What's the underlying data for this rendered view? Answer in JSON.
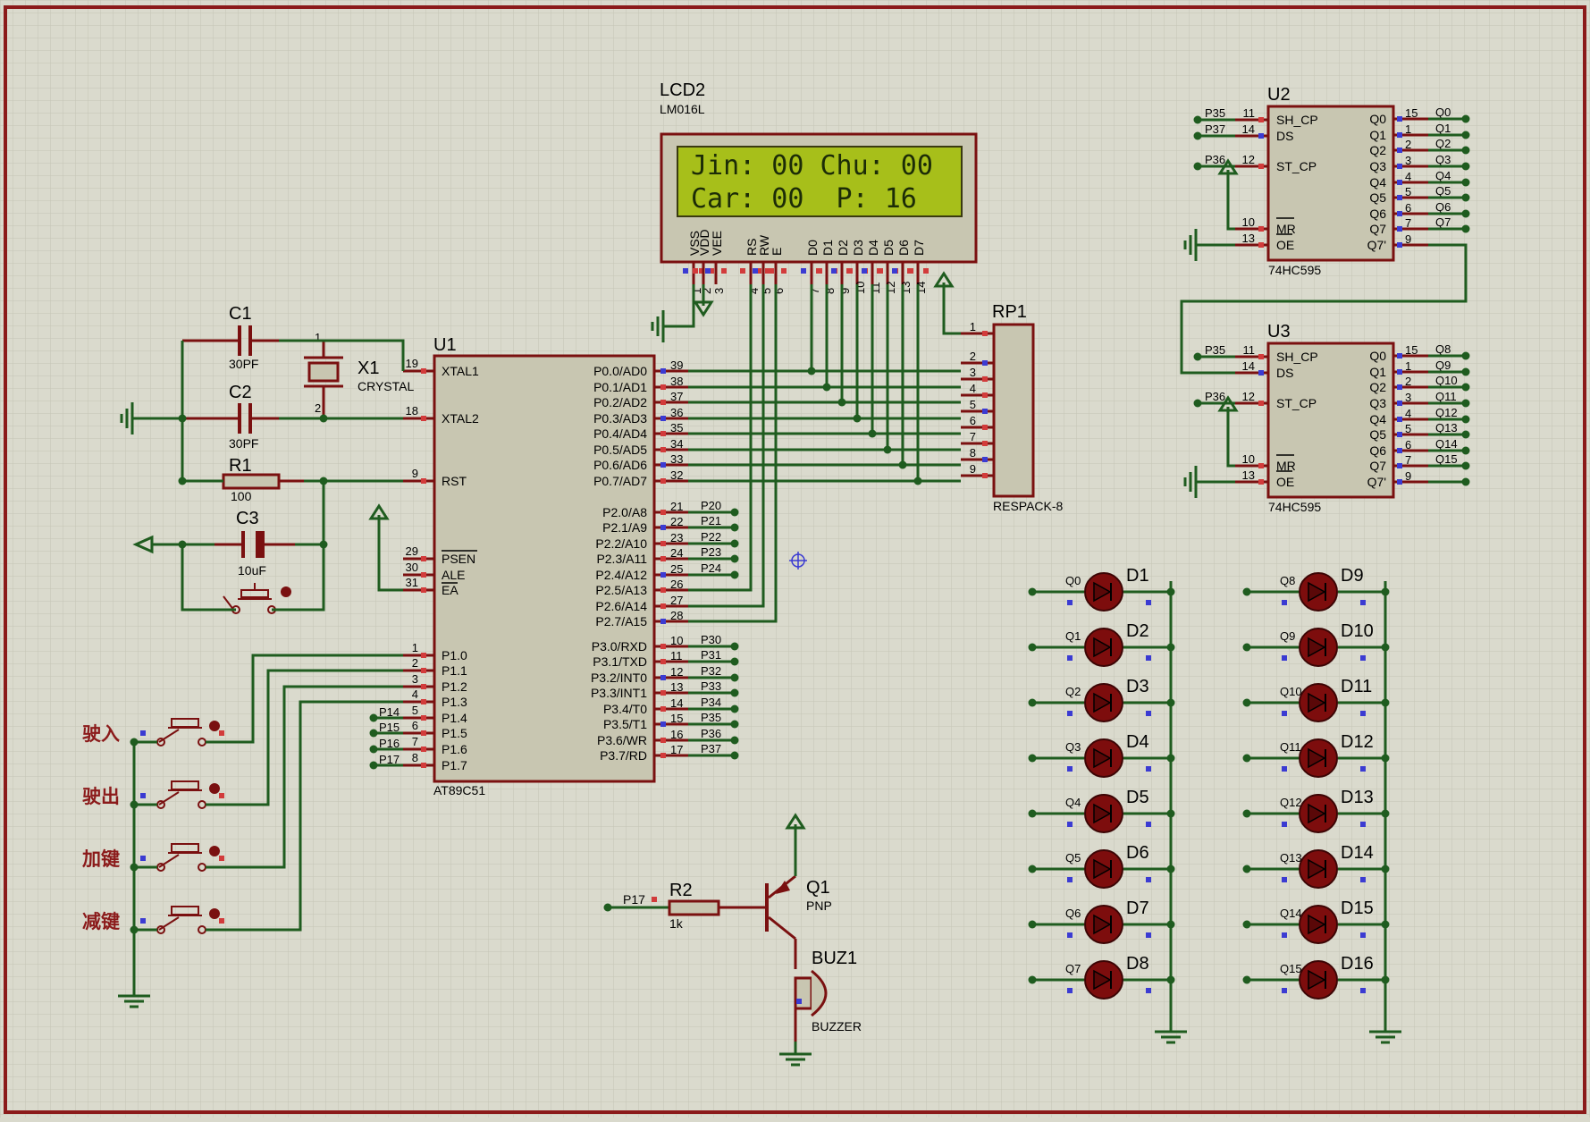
{
  "lcd": {
    "ref": "LCD2",
    "model": "LM016L",
    "line1": "Jin: 00 Chu: 00",
    "line2": "Car: 00  P: 16",
    "pins": [
      "VSS",
      "VDD",
      "VEE",
      "RS",
      "RW",
      "E",
      "D0",
      "D1",
      "D2",
      "D3",
      "D4",
      "D5",
      "D6",
      "D7"
    ],
    "pin_numbers": [
      "1",
      "2",
      "3",
      "4",
      "5",
      "6",
      "7",
      "8",
      "9",
      "10",
      "11",
      "12",
      "13",
      "14"
    ]
  },
  "mcu": {
    "ref": "U1",
    "model": "AT89C51",
    "left_pins": [
      {
        "num": "19",
        "name": "XTAL1"
      },
      {
        "num": "18",
        "name": "XTAL2"
      },
      {
        "num": "9",
        "name": "RST"
      },
      {
        "num": "29",
        "name": "PSEN"
      },
      {
        "num": "30",
        "name": "ALE"
      },
      {
        "num": "31",
        "name": "EA"
      },
      {
        "num": "1",
        "name": "P1.0"
      },
      {
        "num": "2",
        "name": "P1.1"
      },
      {
        "num": "3",
        "name": "P1.2"
      },
      {
        "num": "4",
        "name": "P1.3"
      },
      {
        "num": "5",
        "name": "P1.4"
      },
      {
        "num": "6",
        "name": "P1.5"
      },
      {
        "num": "7",
        "name": "P1.6"
      },
      {
        "num": "8",
        "name": "P1.7"
      }
    ],
    "left_net": [
      "",
      "",
      "",
      "",
      "",
      "",
      "",
      "",
      "",
      "",
      "P14",
      "P15",
      "P16",
      "P17"
    ],
    "right_pins": [
      {
        "num": "39",
        "name": "P0.0/AD0"
      },
      {
        "num": "38",
        "name": "P0.1/AD1"
      },
      {
        "num": "37",
        "name": "P0.2/AD2"
      },
      {
        "num": "36",
        "name": "P0.3/AD3"
      },
      {
        "num": "35",
        "name": "P0.4/AD4"
      },
      {
        "num": "34",
        "name": "P0.5/AD5"
      },
      {
        "num": "33",
        "name": "P0.6/AD6"
      },
      {
        "num": "32",
        "name": "P0.7/AD7"
      },
      {
        "num": "21",
        "name": "P2.0/A8"
      },
      {
        "num": "22",
        "name": "P2.1/A9"
      },
      {
        "num": "23",
        "name": "P2.2/A10"
      },
      {
        "num": "24",
        "name": "P2.3/A11"
      },
      {
        "num": "25",
        "name": "P2.4/A12"
      },
      {
        "num": "26",
        "name": "P2.5/A13"
      },
      {
        "num": "27",
        "name": "P2.6/A14"
      },
      {
        "num": "28",
        "name": "P2.7/A15"
      },
      {
        "num": "10",
        "name": "P3.0/RXD"
      },
      {
        "num": "11",
        "name": "P3.1/TXD"
      },
      {
        "num": "12",
        "name": "P3.2/INT0"
      },
      {
        "num": "13",
        "name": "P3.3/INT1"
      },
      {
        "num": "14",
        "name": "P3.4/T0"
      },
      {
        "num": "15",
        "name": "P3.5/T1"
      },
      {
        "num": "16",
        "name": "P3.6/WR"
      },
      {
        "num": "17",
        "name": "P3.7/RD"
      }
    ],
    "right_net": [
      "",
      "",
      "",
      "",
      "",
      "",
      "",
      "",
      "P20",
      "P21",
      "P22",
      "P23",
      "P24",
      "",
      "",
      "",
      "P30",
      "P31",
      "P32",
      "P33",
      "P34",
      "P35",
      "P36",
      "P37"
    ]
  },
  "passives": {
    "c1": {
      "ref": "C1",
      "value": "30PF"
    },
    "c2": {
      "ref": "C2",
      "value": "30PF"
    },
    "x1": {
      "ref": "X1",
      "value": "CRYSTAL",
      "pin1": "1",
      "pin2": "2"
    },
    "r1": {
      "ref": "R1",
      "value": "100"
    },
    "c3": {
      "ref": "C3",
      "value": "10uF"
    },
    "rp1": {
      "ref": "RP1",
      "value": "RESPACK-8",
      "pins": [
        "1",
        "2",
        "3",
        "4",
        "5",
        "6",
        "7",
        "8",
        "9"
      ]
    },
    "r2": {
      "ref": "R2",
      "value": "1k",
      "net": "P17"
    },
    "q1": {
      "ref": "Q1",
      "value": "PNP"
    },
    "buz1": {
      "ref": "BUZ1",
      "value": "BUZZER"
    }
  },
  "buttons": [
    "驶入",
    "驶出",
    "加键",
    "减键"
  ],
  "shift_registers": [
    {
      "ref": "U2",
      "model": "74HC595",
      "in_pins": [
        {
          "num": "11",
          "name": "SH_CP",
          "net": "P35"
        },
        {
          "num": "14",
          "name": "DS",
          "net": "P37"
        },
        {
          "num": "12",
          "name": "ST_CP",
          "net": "P36"
        },
        {
          "num": "10",
          "name": "MR"
        },
        {
          "num": "13",
          "name": "OE"
        }
      ],
      "out_pins": [
        {
          "num": "15",
          "name": "Q0",
          "net": "Q0"
        },
        {
          "num": "1",
          "name": "Q1",
          "net": "Q1"
        },
        {
          "num": "2",
          "name": "Q2",
          "net": "Q2"
        },
        {
          "num": "3",
          "name": "Q3",
          "net": "Q3"
        },
        {
          "num": "4",
          "name": "Q4",
          "net": "Q4"
        },
        {
          "num": "5",
          "name": "Q5",
          "net": "Q5"
        },
        {
          "num": "6",
          "name": "Q6",
          "net": "Q6"
        },
        {
          "num": "7",
          "name": "Q7",
          "net": "Q7"
        },
        {
          "num": "9",
          "name": "Q7'",
          "net": ""
        }
      ]
    },
    {
      "ref": "U3",
      "model": "74HC595",
      "in_pins": [
        {
          "num": "11",
          "name": "SH_CP",
          "net": "P35"
        },
        {
          "num": "14",
          "name": "DS",
          "net": ""
        },
        {
          "num": "12",
          "name": "ST_CP",
          "net": "P36"
        },
        {
          "num": "10",
          "name": "MR"
        },
        {
          "num": "13",
          "name": "OE"
        }
      ],
      "out_pins": [
        {
          "num": "15",
          "name": "Q0",
          "net": "Q8"
        },
        {
          "num": "1",
          "name": "Q1",
          "net": "Q9"
        },
        {
          "num": "2",
          "name": "Q2",
          "net": "Q10"
        },
        {
          "num": "3",
          "name": "Q3",
          "net": "Q11"
        },
        {
          "num": "4",
          "name": "Q4",
          "net": "Q12"
        },
        {
          "num": "5",
          "name": "Q5",
          "net": "Q13"
        },
        {
          "num": "6",
          "name": "Q6",
          "net": "Q14"
        },
        {
          "num": "7",
          "name": "Q7",
          "net": "Q15"
        },
        {
          "num": "9",
          "name": "Q7'",
          "net": ""
        }
      ]
    }
  ],
  "leds_left": [
    {
      "ref": "D1",
      "net": "Q0"
    },
    {
      "ref": "D2",
      "net": "Q1"
    },
    {
      "ref": "D3",
      "net": "Q2"
    },
    {
      "ref": "D4",
      "net": "Q3"
    },
    {
      "ref": "D5",
      "net": "Q4"
    },
    {
      "ref": "D6",
      "net": "Q5"
    },
    {
      "ref": "D7",
      "net": "Q6"
    },
    {
      "ref": "D8",
      "net": "Q7"
    }
  ],
  "leds_right": [
    {
      "ref": "D9",
      "net": "Q8"
    },
    {
      "ref": "D10",
      "net": "Q9"
    },
    {
      "ref": "D11",
      "net": "Q10"
    },
    {
      "ref": "D12",
      "net": "Q11"
    },
    {
      "ref": "D13",
      "net": "Q12"
    },
    {
      "ref": "D14",
      "net": "Q13"
    },
    {
      "ref": "D15",
      "net": "Q14"
    },
    {
      "ref": "D16",
      "net": "Q15"
    }
  ],
  "colors": {
    "wire": "#1f5c1f",
    "body": "#c8c6b1",
    "outline": "#7a1010",
    "lcd_screen": "#a7bf1a",
    "led": "#7d0d0d"
  }
}
